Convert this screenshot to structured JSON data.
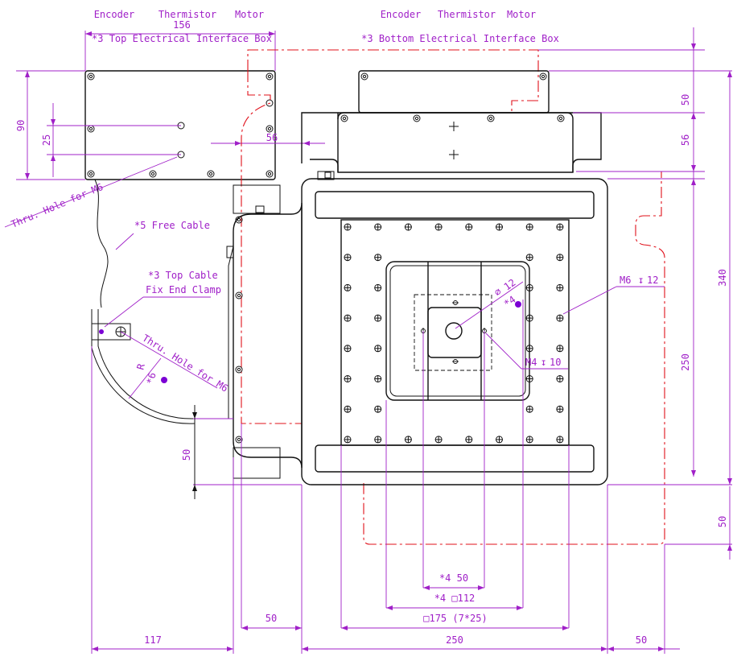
{
  "top_box": {
    "connectors": [
      "Encoder",
      "Thermistor",
      "Motor"
    ],
    "title": "*3 Top Electrical Interface Box",
    "width_dim": "156",
    "height_dim": "90",
    "hole_dim": "25",
    "hole_note": "Thru. Hole for M6",
    "offset_dim": "56"
  },
  "bottom_box": {
    "connectors": [
      "Encoder",
      "Thermistor",
      "Motor"
    ],
    "title": "*3 Bottom Electrical Interface Box"
  },
  "cable": {
    "free_cable": "*5 Free Cable",
    "clamp_line1": "*3 Top Cable",
    "clamp_line2": "Fix End Clamp",
    "clamp_hole_note": "Thru. Hole for M6",
    "radius_label": "R",
    "radius_value": "*6"
  },
  "stage": {
    "m6_note": "M6",
    "m6_depth": "12",
    "bore_dia": "12",
    "bore_count": "*4",
    "m4_note": "M4",
    "m4_depth": "10"
  },
  "dims_right": [
    "50",
    "56",
    "340",
    "250",
    "50"
  ],
  "dims_left_50": "50",
  "dims_bottom": {
    "d117": "117",
    "d50a": "50",
    "d250": "250",
    "d50b": "50",
    "d4x50": "*4 50",
    "d4x112": "*4 □112",
    "d175": "□175 (7*25)"
  },
  "colors": {
    "dimension": "#a020c8",
    "outline": "#111111",
    "cable_envelope": "#e0101a",
    "marker": "#7b00d4"
  }
}
